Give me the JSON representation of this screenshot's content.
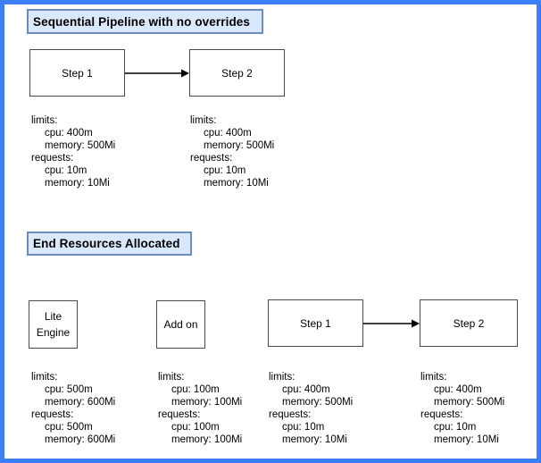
{
  "colors": {
    "frame": "#3b7ef5",
    "title_fill": "#dae8fc",
    "title_border": "#6c8ebf",
    "node_border": "#4a4a4a",
    "background": "#ffffff",
    "text": "#000000"
  },
  "sections": [
    {
      "title": "Sequential Pipeline with no overrides",
      "nodes": [
        {
          "label": "Step 1"
        },
        {
          "label": "Step 2"
        }
      ],
      "connectors": [
        {
          "from": "Step 1",
          "to": "Step 2",
          "type": "arrow-right"
        }
      ],
      "resources": [
        {
          "for": "Step 1",
          "lines": [
            "limits:",
            "cpu: 400m",
            "memory: 500Mi",
            "requests:",
            "cpu: 10m",
            "memory: 10Mi"
          ]
        },
        {
          "for": "Step 2",
          "lines": [
            "limits:",
            "cpu: 400m",
            "memory: 500Mi",
            "requests:",
            "cpu: 10m",
            "memory: 10Mi"
          ]
        }
      ]
    },
    {
      "title": "End Resources Allocated",
      "nodes": [
        {
          "label": "Lite Engine"
        },
        {
          "label": "Add on"
        },
        {
          "label": "Step 1"
        },
        {
          "label": "Step 2"
        }
      ],
      "connectors": [
        {
          "from": "Step 1",
          "to": "Step 2",
          "type": "arrow-right"
        }
      ],
      "resources": [
        {
          "for": "Lite Engine",
          "lines": [
            "limits:",
            "cpu: 500m",
            "memory: 600Mi",
            "requests:",
            "cpu: 500m",
            "memory: 600Mi"
          ]
        },
        {
          "for": "Add on",
          "lines": [
            "limits:",
            "cpu: 100m",
            "memory: 100Mi",
            "requests:",
            "cpu: 100m",
            "memory: 100Mi"
          ]
        },
        {
          "for": "Step 1",
          "lines": [
            "limits:",
            "cpu: 400m",
            "memory: 500Mi",
            "requests:",
            "cpu: 10m",
            "memory: 10Mi"
          ]
        },
        {
          "for": "Step 2",
          "lines": [
            "limits:",
            "cpu: 400m",
            "memory: 500Mi",
            "requests:",
            "cpu: 10m",
            "memory: 10Mi"
          ]
        }
      ]
    }
  ]
}
